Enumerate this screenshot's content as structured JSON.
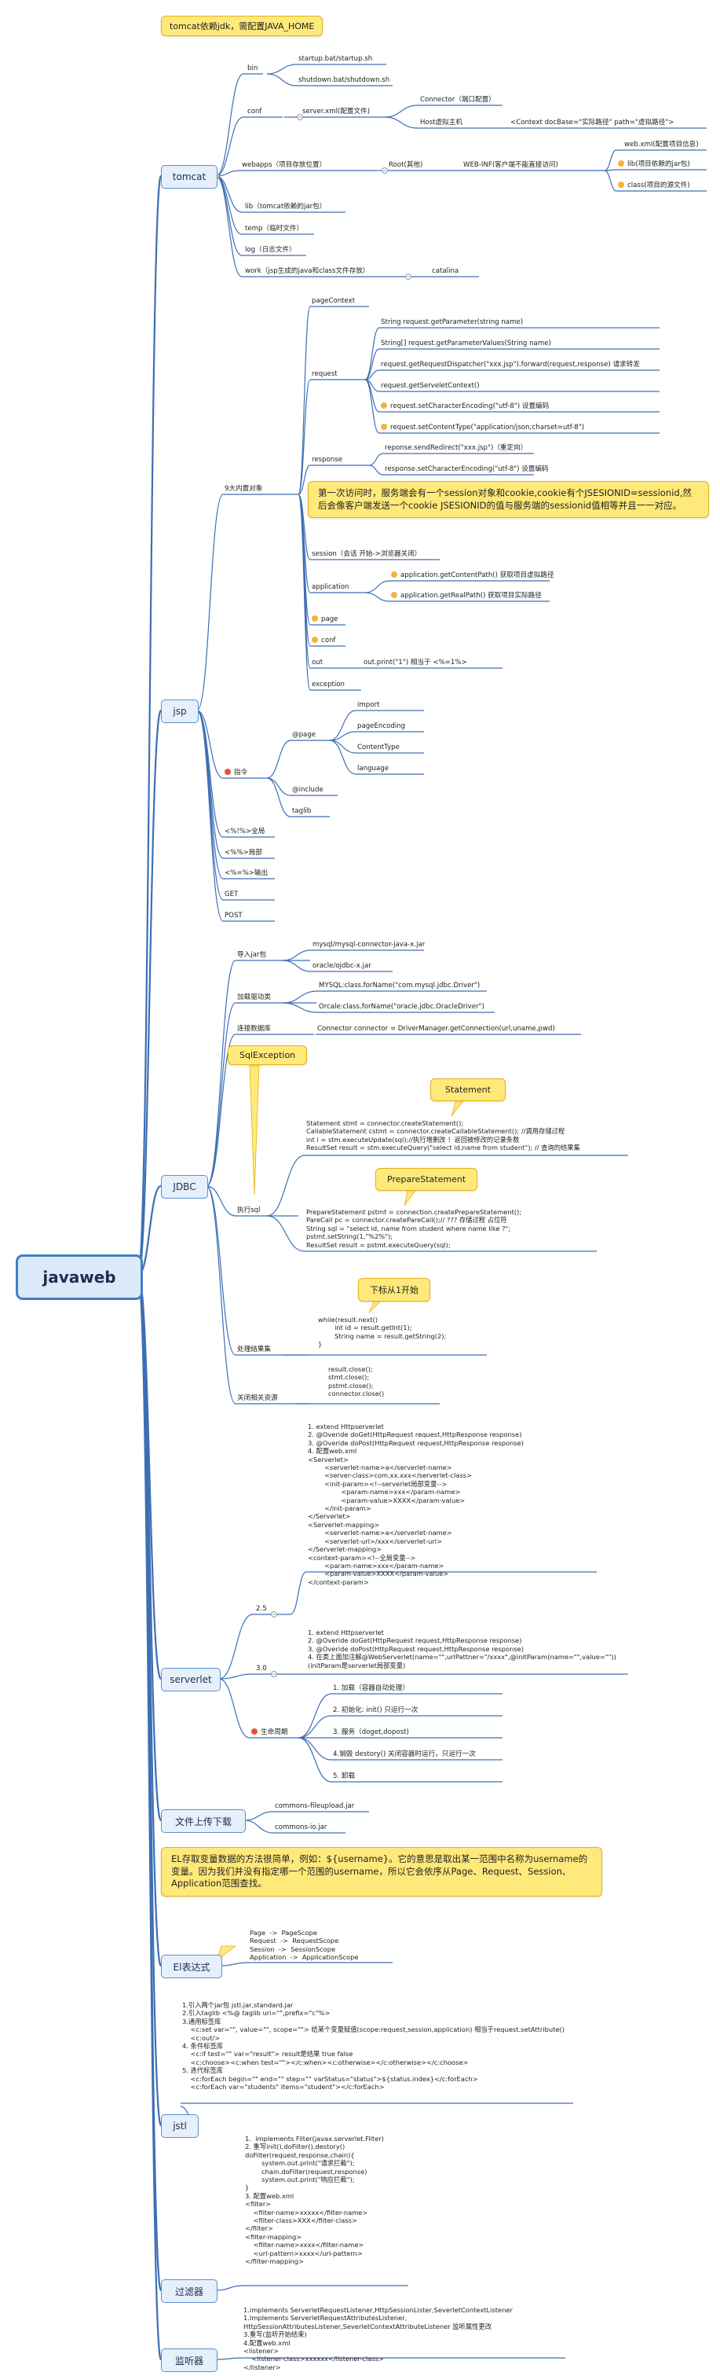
{
  "root": {
    "label": "javaweb"
  },
  "tomcat": {
    "label": "tomcat",
    "note": "tomcat依赖jdk，需配置JAVA_HOME",
    "bin": "bin",
    "startup": "startup.bat/startup.sh",
    "shutdown": "shutdown.bat/shutdown.sh",
    "conf": "conf",
    "server_xml": "server.xml(配置文件)",
    "connector": "Connector（端口配置）",
    "host": "Host虚拟主机",
    "context": "<Context docBase=\"实际路径\" path=\"虚拟路径\">",
    "webapps": "webapps（项目存放位置）",
    "root_dir": "Root(其他)",
    "webinf": "WEB-INF(客户端不能直接访问)",
    "web_xml": "web.xml(配置项目信息)",
    "lib_jar": "lib(项目依赖的jar包)",
    "class_file": "class(项目的源文件)",
    "lib": "lib（tomcat依赖的jar包）",
    "temp": "temp（临时文件）",
    "log": "log（日志文件）",
    "work": "work（jsp生成的java和class文件存放）",
    "catalina": "catalina"
  },
  "jsp": {
    "label": "jsp",
    "nine": "9大内置对象",
    "pageContext": "pageContext",
    "request": "request",
    "req_items": [
      "String request.getParameter(string name)",
      "String[] request.getParameterValues(String name)",
      "request.getRequestDispatcher(\"xxx.jsp\").forward(request,response) 请求转发",
      "request.getServeletContext()",
      "request.setCharacterEncoding(\"utf-8\") 设置编码",
      "request.setContentType(\"application/json;charset=utf-8\")"
    ],
    "response": "response",
    "resp_items": [
      "reponse.sendRedirect(\"xxx.jsp\")（重定向）",
      "response.setCharacterEncoding(\"utf-8\") 设置编码"
    ],
    "session_note": "第一次访问时，服务端会有一个session对象和cookie,cookie有个JSESIONID=sessionid,然后会像客户端发送一个cookie JSESIONID的值与服务端的sessionid值相等并且一一对应。",
    "session": "session（会话 开始->浏览器关闭）",
    "application": "application",
    "app_items": [
      "application.getContentPath() 获取项目虚拟路径",
      "application.getRealPath() 获取项目实际路径"
    ],
    "page": "page",
    "conf": "conf",
    "out": "out",
    "out_print": "out.print(\"1\") 相当于 <%=1%>",
    "exception": "exception",
    "directive": "指令",
    "at_page": "@page",
    "page_items": [
      "import",
      "pageEncoding",
      "ContentType",
      "language"
    ],
    "include": "@include",
    "taglib": "taglib",
    "tags": [
      "<%!%>全局",
      "<%%>局部",
      "<%=%>输出",
      "GET",
      "POST"
    ]
  },
  "jdbc": {
    "label": "JDBC",
    "import_jar": "导入jar包",
    "mysql_jar": "mysql/mysql-connector-java-x.jar",
    "oracle_jar": "oracle/ojdbc-x.jar",
    "load_driver": "加载驱动类",
    "mysql_driver": "MYSQL:class.forName(\"com.mysql.jdbc.Driver\")",
    "oracle_driver": "Orcale:class.forName(\"oracle.jdbc.OracleDriver\")",
    "connect": "连接数据库",
    "connect_code": "Connector connector = DriverManager.getConnection(url,uname,pwd)",
    "sql_exception": "SqlException",
    "statement": "Statement",
    "statement_code": "Statement stmt = connector.createStatement();\nCallableStatement cstmt = connector.createCallableStatement(); //调用存储过程\nint i = stm.executeUpdate(sql);//执行增删改 ！返回被修改的记录条数\nResultSet result = stm.executeQuery(\"select id,name from student\"); // 查询的结果集",
    "exec_sql": "执行sql",
    "prepared": "PrepareStatement",
    "prepared_code": "PrepareStatement pstmt = connection.createPrepareStatement();\nPareCall pc = connector.createPareCall();// ??? 存储过程 占位符\nString sql = \"select id, name from student where name like ?\";\npstmt.setString(1,\"%2%\");\nResultSet result = pstmt.executeQuery(sql);",
    "index_note": "下标从1开始",
    "handle_result": "处理结果集",
    "result_code": "while(result.next()\n        int id = result.getInt(1);\n        String name = result.getString(2);\n}",
    "close": "关闭相关资源",
    "close_code": "result.close();\nstmt.close();\npstmt.close();\nconnector.close()"
  },
  "servlet": {
    "label": "serverlet",
    "v25": "2.5",
    "v25_code": "1. extend Httpserverlet\n2. @Overide doGet(HttpRequest request,HttpResponse response)\n3. @Overide doPost(HttpRequest request,HttpResponse response)\n4. 配置web.xml\n<Serverlet>\n        <serverlet-name>a</serverlet-name>\n        <server-class>com.xx.xxx</serverlet-class>\n        <init-param><!--serverlet局部变量-->\n                <param-name>xxx</param-name>\n                <param-value>XXXX</param-value>\n        </init-param>\n</Serverlet>\n<Serverlet-mapping>\n        <serverlet-name>a</serverlet-name>\n        <serverlet-url>/xxx</serverlet-url>\n</Serverlet-mapping>\n<context-param><!--全局变量-->\n        <param-name>xxx</param-name>\n        <param-value>XXXX</param-value>\n</context-param>",
    "v30": "3.0",
    "v30_code": "1. extend Httpserverlet\n2. @Overide doGet(HttpRequest request,HttpResponse response)\n3. @Overide doPost(HttpRequest request,HttpResponse response)\n4. 在类上面加注解@WebServerlet(name=\"\",urlPattner=\"/xxxx\",@initParam(name=\"\",value=\"\"))\n(initParam是serverlet局部变量)",
    "lifecycle": "生命周期",
    "life_items": [
      "1. 加载（容器自动处理）",
      "2. 初始化: init() 只运行一次",
      "3. 服务（doget,dopost)",
      "4.销毁 destory() 关闭容器时运行，只运行一次",
      "5. 卸载"
    ]
  },
  "upload": {
    "label": "文件上传下载",
    "items": [
      "commons-fileupload.jar",
      "commons-io.jar"
    ]
  },
  "el": {
    "label": "El表达式",
    "note": "EL存取变量数据的方法很简单，例如：${username}。它的意思是取出某一范围中名称为username的变量。因为我们并没有指定哪一个范围的username，所以它会依序从Page、Request、Session、Application范围查找。",
    "scopes": "Page  ->  PageScope\nRequest  ->  RequestScope\nSession  ->  SessionScope\nApplication  ->  ApplicationScope"
  },
  "jstl": {
    "label": "jstl",
    "code": "1.引入两个jar包 jstl.jar,standard.jar\n2.引入taglib <%@ taglib uri=\"\",prefix=\"c\"%>\n3.通用标签库\n    <c:set var=\"\", value=\"\", scope=\"\"> 给某个变量赋值(scope:request,session,application) 相当于request.setAttribute()\n    <c:out/>\n4. 条件标签库\n    <c:if test=\"\" var=\"result\"> result是结果 true false\n    <c:choose><c:when test=\"\"></c:when><c:otherwise></c:otherwise></c:choose>\n5. 迭代标签库\n    <c:forEach begin=\"\" end=\"\" step=\"\" varStatus=\"status\">${status.index}</c:forEach>\n    <c:forEach var=\"students\" items=\"student\"></c:forEach>"
  },
  "filter": {
    "label": "过滤器",
    "code": "1.  implements Filter(javax.serverlet.Filter)\n2. 重写init(),doFilter(),destory()\ndoFilter(request,response,chain){\n        system.out.print(\"请求拦截\");\n        chain.doFilter(request,response)\n        system.out.print(\"响应拦截\");\n}\n3. 配置web.xml\n<filter>\n    <filter-name>xxxxx</filter-name>\n    <filter-class>XXX</filter-class>\n</filter>\n<filter-mapping>\n    <filter-name>xxxx</filter-name>\n    <url-pattern>xxxx</url-pattern>\n</filter-mapping>"
  },
  "listener": {
    "label": "监听器",
    "code": "1.implements ServerletRequestListener,HttpSessionLister,SeverletContextListener\n1.Implements ServerletRequestAttributesListener,\nHttpSessionAttributesListener,SeverletContextAttributeListener 监听属性更改\n3.重写(监听开始结束)\n4.配置web.xml\n<listener>\n    <listener-class>xxxxxx</listener-class>\n</listener>"
  },
  "colors": {
    "line": "#3d6fb4",
    "root_border": "#3f7fc2",
    "note_fill": "#ffe97a",
    "bullet": "#f4b23e"
  }
}
